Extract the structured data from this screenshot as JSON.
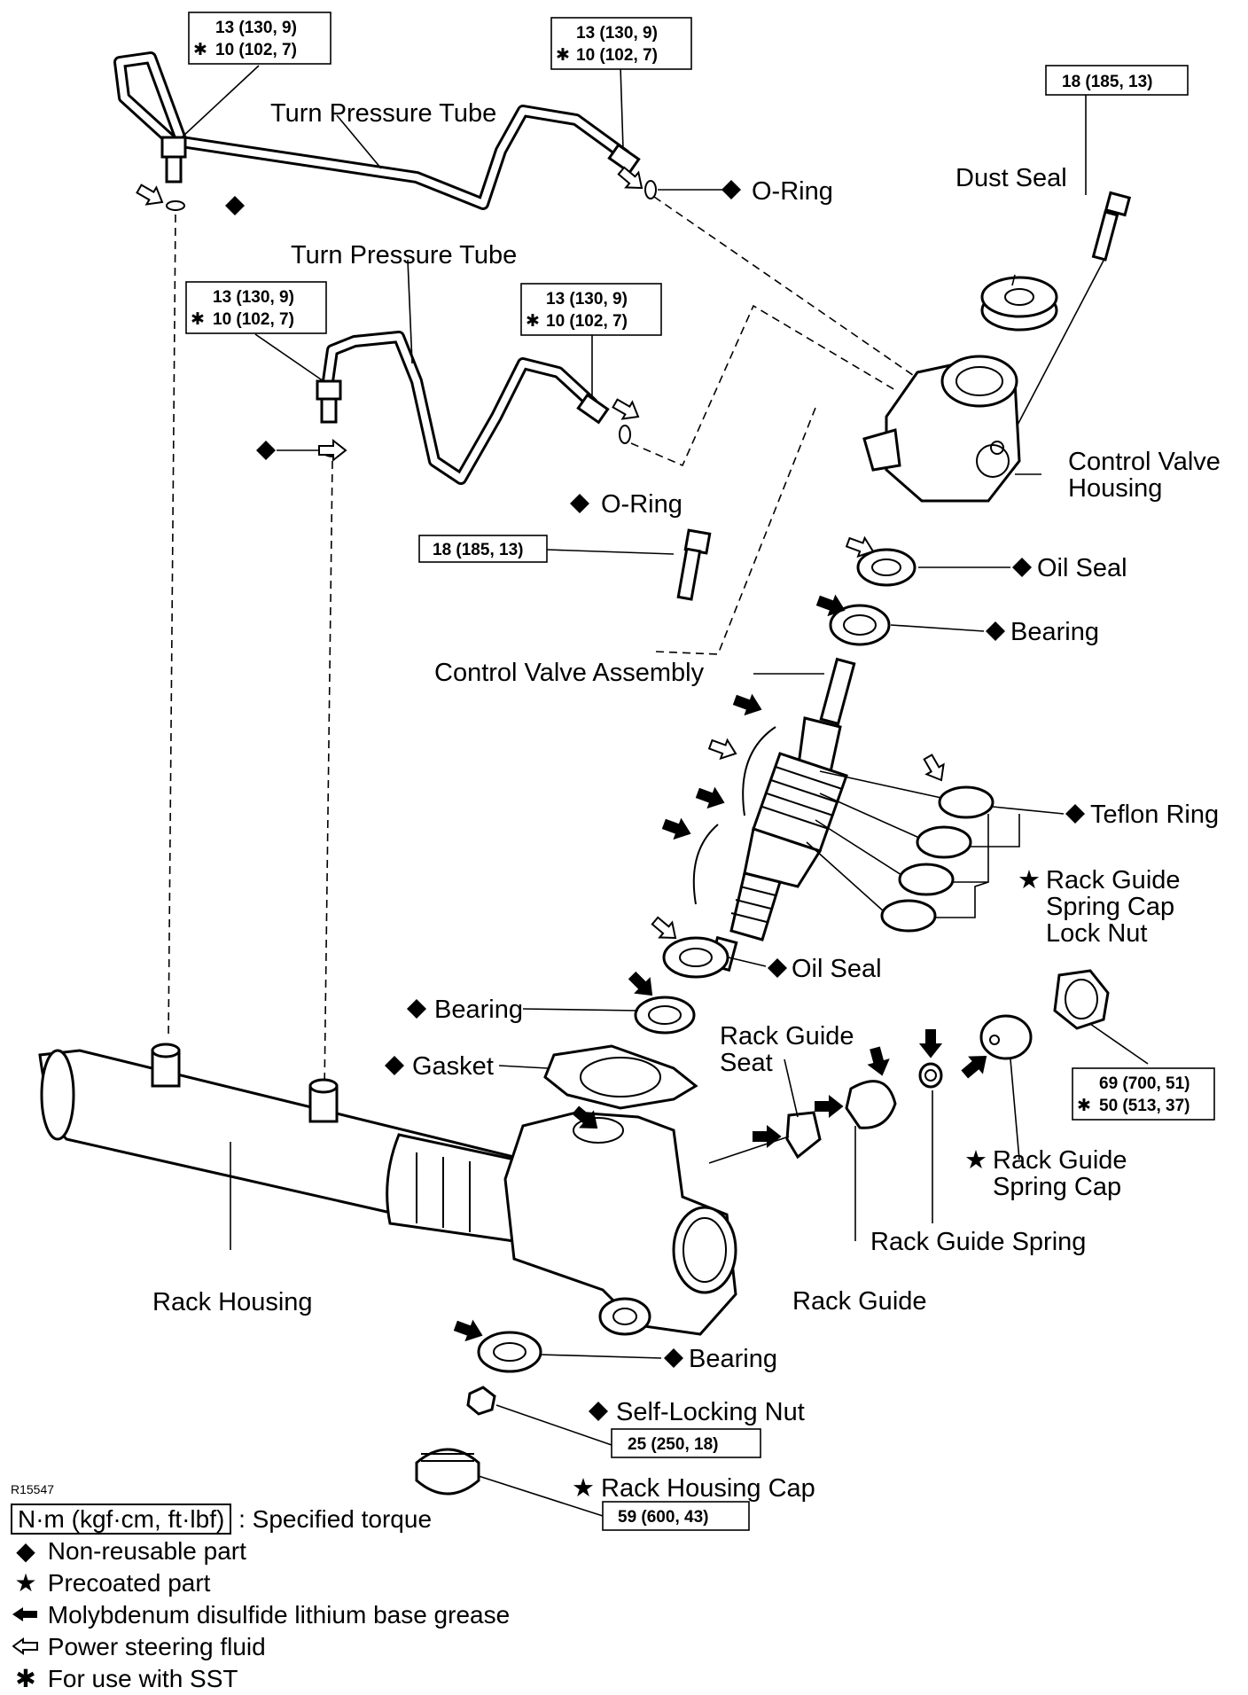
{
  "labels": {
    "turn_pressure_tube_1": "Turn Pressure Tube",
    "turn_pressure_tube_2": "Turn Pressure Tube",
    "o_ring_1": "O-Ring",
    "o_ring_2": "O-Ring",
    "dust_seal": "Dust Seal",
    "control_valve_housing_1": "Control Valve",
    "control_valve_housing_2": "Housing",
    "oil_seal_1": "Oil Seal",
    "bearing_1": "Bearing",
    "control_valve_assembly": "Control Valve Assembly",
    "teflon_ring": "Teflon Ring",
    "lock_nut_1": "Rack Guide",
    "lock_nut_2": "Spring Cap",
    "lock_nut_3": "Lock Nut",
    "oil_seal_2": "Oil Seal",
    "bearing_2": "Bearing",
    "gasket": "Gasket",
    "rack_guide_seat_1": "Rack Guide",
    "rack_guide_seat_2": "Seat",
    "rack_guide_spring_cap_1": "Rack Guide",
    "rack_guide_spring_cap_2": "Spring Cap",
    "rack_guide_spring": "Rack Guide Spring",
    "rack_guide": "Rack Guide",
    "rack_housing": "Rack Housing",
    "bearing_3": "Bearing",
    "self_locking_nut": "Self-Locking Nut",
    "rack_housing_cap": "Rack Housing Cap"
  },
  "torques": {
    "t1_a": "13 (130, 9)",
    "t1_b": "10 (102, 7)",
    "t2_a": "13 (130, 9)",
    "t2_b": "10 (102, 7)",
    "t3_a": "13 (130, 9)",
    "t3_b": "10 (102, 7)",
    "t4_a": "13 (130, 9)",
    "t4_b": "10 (102, 7)",
    "t5": "18 (185, 13)",
    "t6": "18 (185, 13)",
    "t7_a": "69 (700, 51)",
    "t7_b": "50 (513, 37)",
    "t8": "25 (250, 18)",
    "t9": "59 (600, 43)"
  },
  "symbols": {
    "non_reusable": "◆",
    "precoated": "★",
    "sst": "✱"
  },
  "legend": {
    "code": "R15547",
    "torque_unit": "N·m (kgf·cm, ft·lbf)",
    "torque_desc": ": Specified torque",
    "non_reusable": "Non-reusable part",
    "precoated": "Precoated part",
    "grease": "Molybdenum disulfide lithium base grease",
    "fluid": "Power steering fluid",
    "sst": "For use with SST"
  }
}
